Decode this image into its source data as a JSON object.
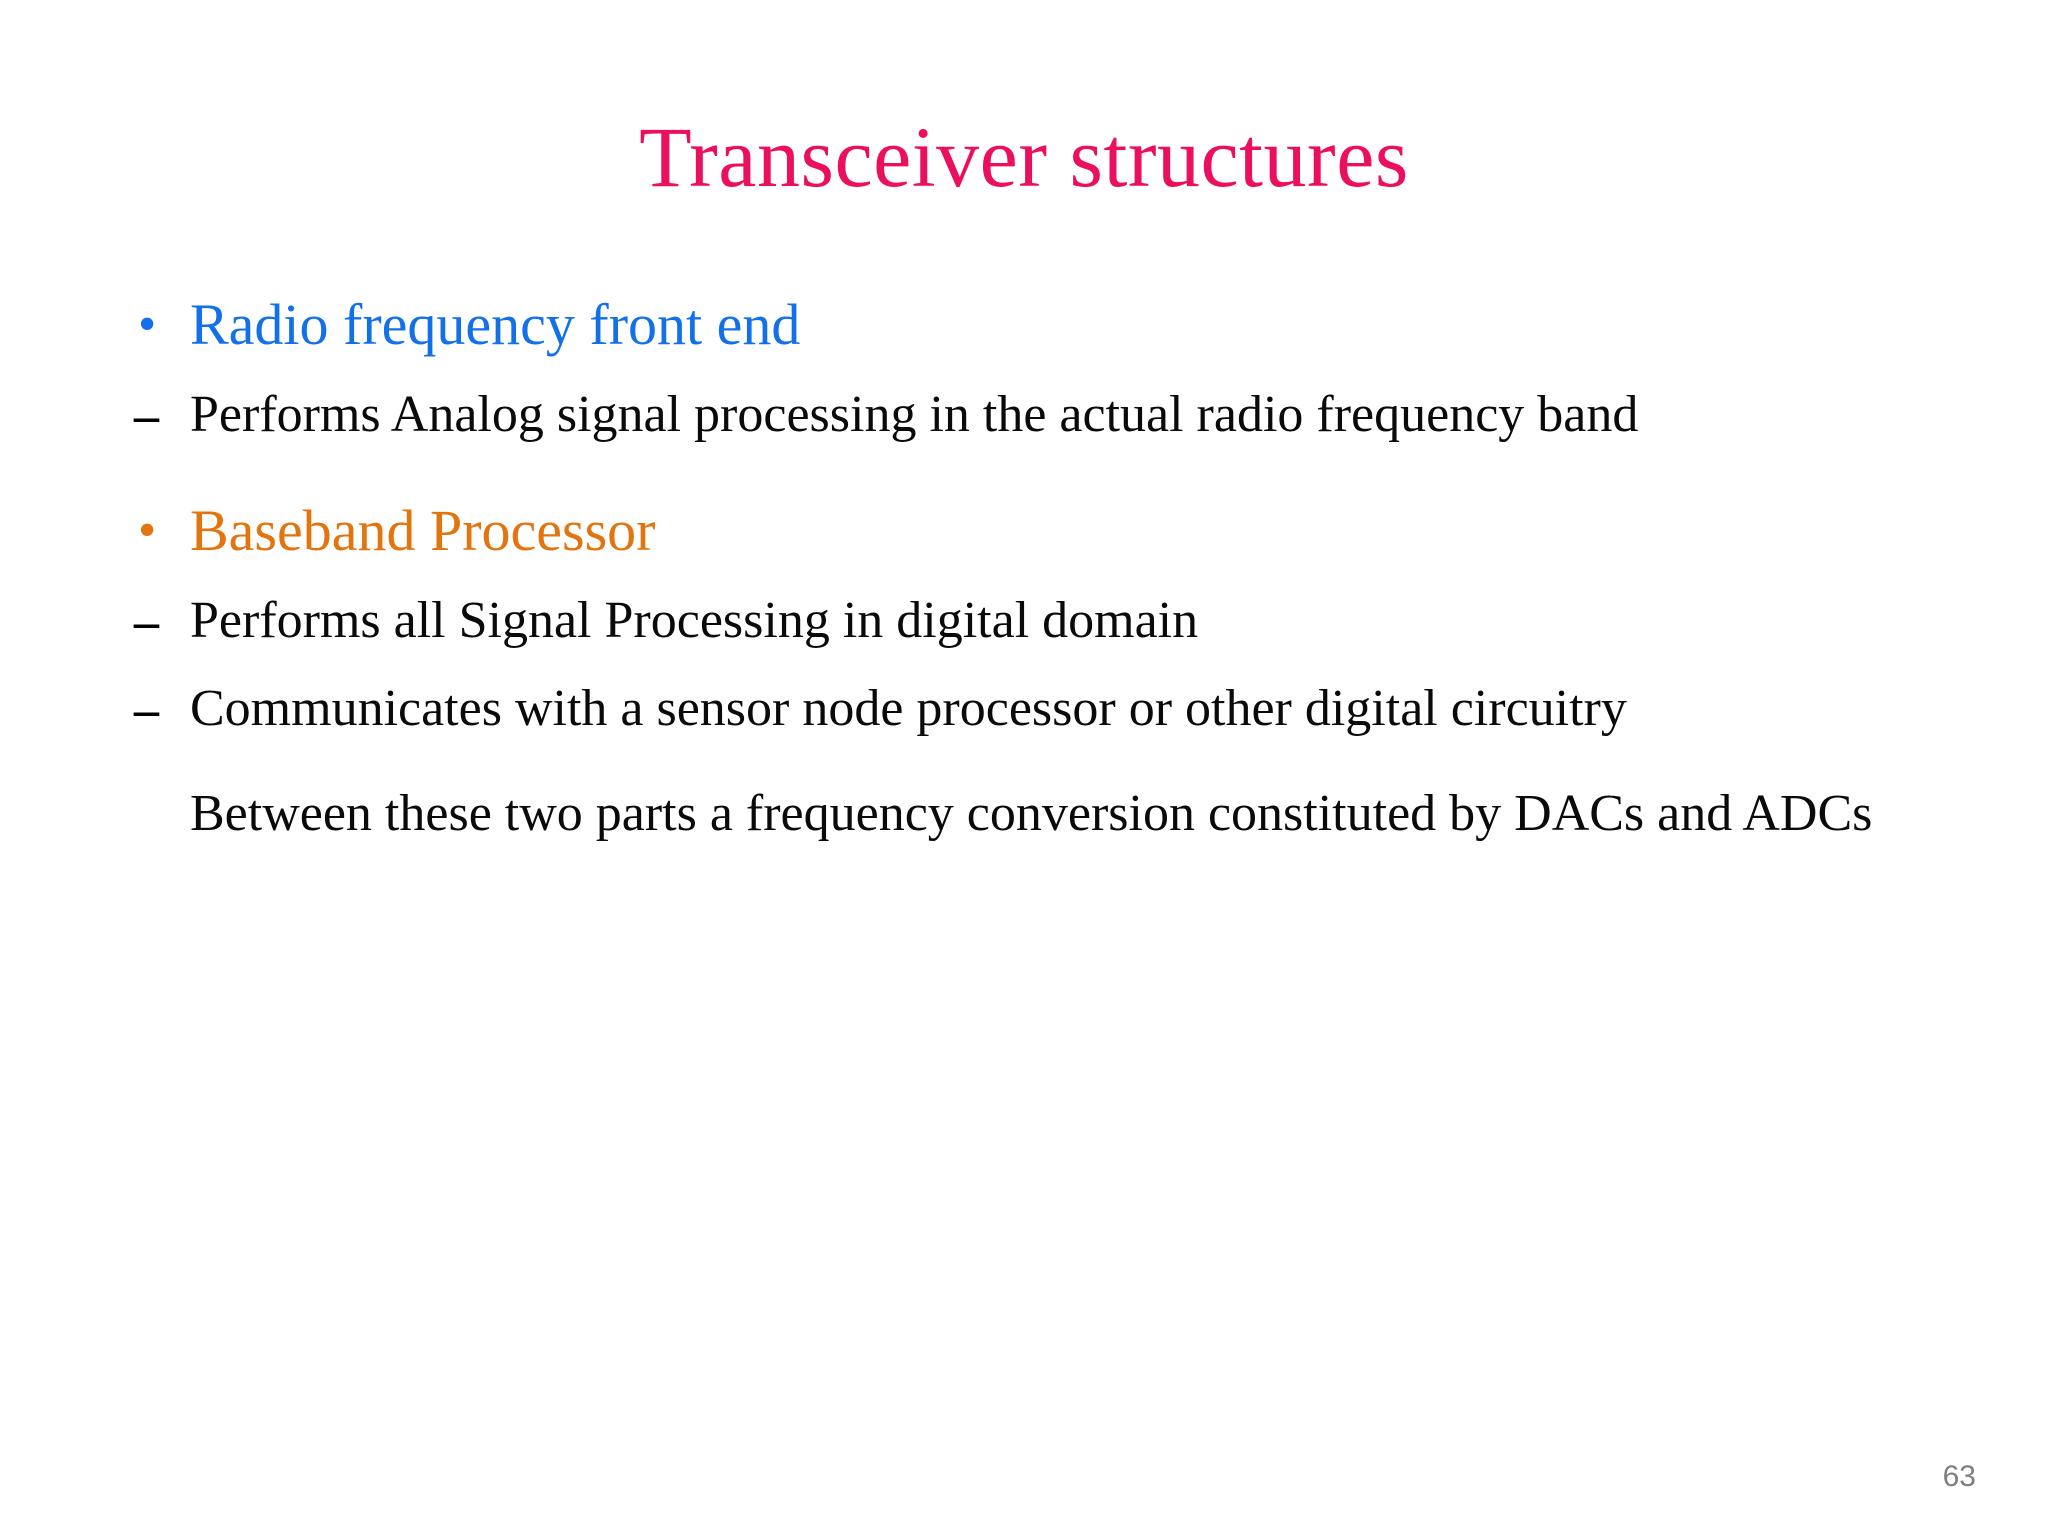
{
  "slide": {
    "title": "Transceiver structures",
    "page_number": "63",
    "colors": {
      "title": "#ec0f5e",
      "bullet_rf": "#1271e8",
      "bullet_baseband": "#e2750f",
      "body_text": "#0a0a0a",
      "page_number": "#7f7f7f",
      "background": "#ffffff"
    },
    "bullet_glyph": "•",
    "dash_glyph": "–",
    "sections": [
      {
        "heading": "Radio frequency front end",
        "sub_items": [
          "Performs Analog signal processing in the actual radio frequency band"
        ]
      },
      {
        "heading": "Baseband Processor",
        "sub_items": [
          "Performs all Signal Processing in digital domain",
          "Communicates with a sensor node processor or other digital circuitry"
        ]
      }
    ],
    "closing_paragraph": "Between these two parts a frequency conversion constituted by DACs and ADCs"
  }
}
